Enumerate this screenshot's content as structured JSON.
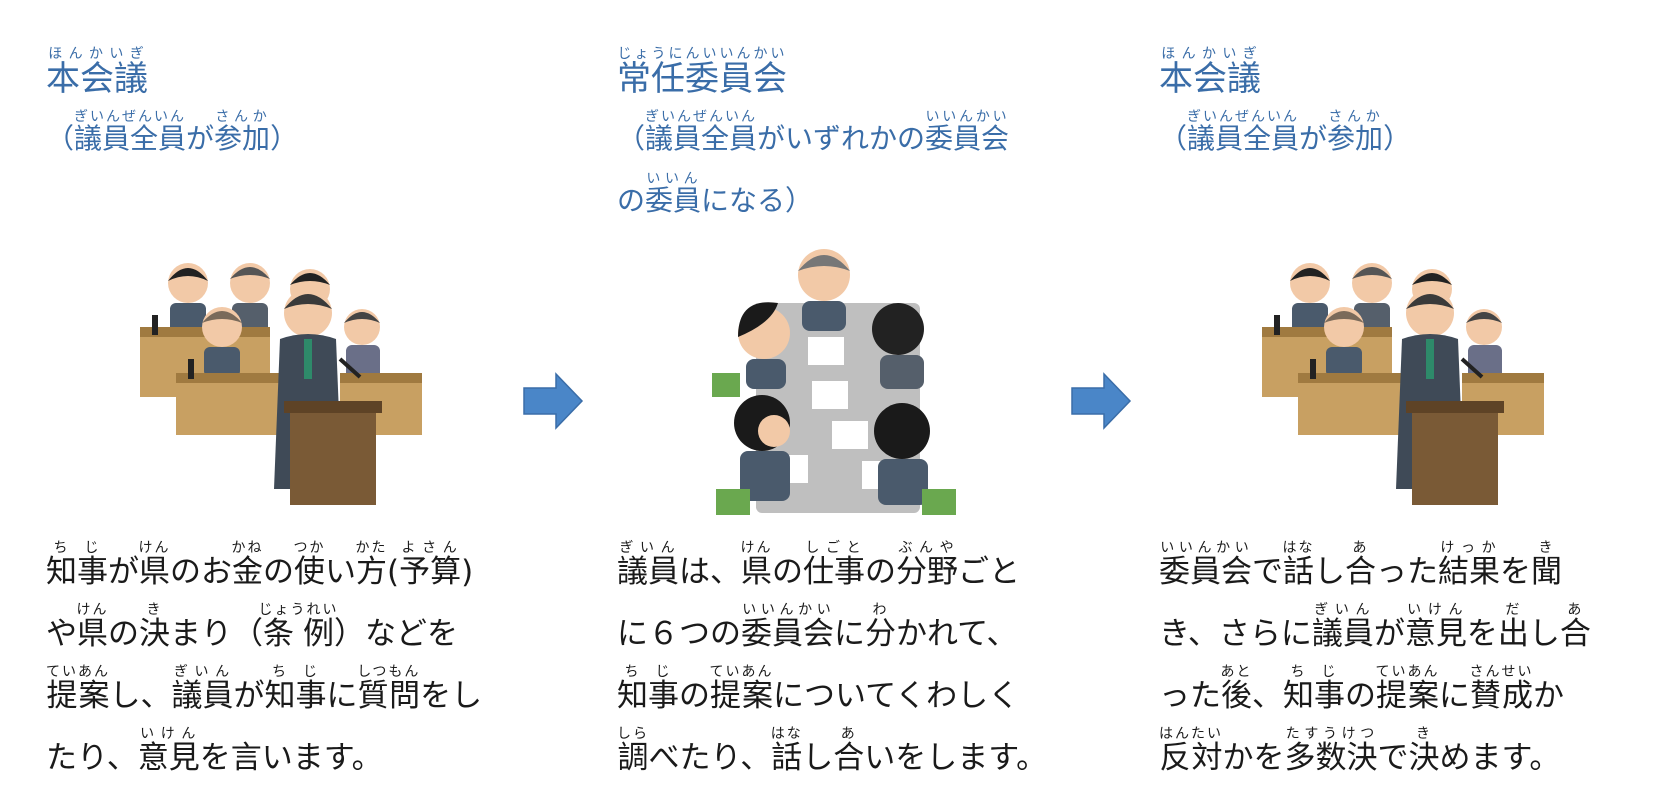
{
  "panels": [
    {
      "title": {
        "base": "本会議",
        "ruby": "ほんかいぎ"
      },
      "sub_lines": [
        [
          {
            "t": "（"
          },
          {
            "t": "議員全員",
            "r": "ぎいんぜんいん"
          },
          {
            "t": "が"
          },
          {
            "t": "参加",
            "r": "さんか"
          },
          {
            "t": "）"
          }
        ]
      ],
      "body_lines": [
        [
          {
            "t": "知事",
            "r": "ちじ"
          },
          {
            "t": "が"
          },
          {
            "t": "県",
            "r": "けん"
          },
          {
            "t": "のお"
          },
          {
            "t": "金",
            "r": "かね"
          },
          {
            "t": "の"
          },
          {
            "t": "使",
            "r": "つか"
          },
          {
            "t": "い"
          },
          {
            "t": "方",
            "r": "かた"
          },
          {
            "t": "("
          },
          {
            "t": "予算",
            "r": "よさん"
          },
          {
            "t": ")"
          }
        ],
        [
          {
            "t": "や"
          },
          {
            "t": "県",
            "r": "けん"
          },
          {
            "t": "の"
          },
          {
            "t": "決",
            "r": "き"
          },
          {
            "t": "まり（"
          },
          {
            "t": "条例",
            "r": "じょうれい"
          },
          {
            "t": "）などを"
          }
        ],
        [
          {
            "t": "提案",
            "r": "ていあん"
          },
          {
            "t": "し、"
          },
          {
            "t": "議員",
            "r": "ぎいん"
          },
          {
            "t": "が"
          },
          {
            "t": "知事",
            "r": "ちじ"
          },
          {
            "t": "に"
          },
          {
            "t": "質問",
            "r": "しつもん"
          },
          {
            "t": "をし"
          }
        ],
        [
          {
            "t": "たり、"
          },
          {
            "t": "意見",
            "r": "いけん"
          },
          {
            "t": "を言います。"
          }
        ]
      ]
    },
    {
      "title": {
        "base": "常任委員会",
        "ruby": "じょうにんいいんかい"
      },
      "sub_lines": [
        [
          {
            "t": "（"
          },
          {
            "t": "議員全員",
            "r": "ぎいんぜんいん"
          },
          {
            "t": "がいずれかの"
          },
          {
            "t": "委員会",
            "r": "いいんかい"
          }
        ],
        [
          {
            "t": "の"
          },
          {
            "t": "委員",
            "r": "いいん"
          },
          {
            "t": "になる）"
          }
        ]
      ],
      "body_lines": [
        [
          {
            "t": "議員",
            "r": "ぎいん"
          },
          {
            "t": "は、"
          },
          {
            "t": "県",
            "r": "けん"
          },
          {
            "t": "の"
          },
          {
            "t": "仕事",
            "r": "しごと"
          },
          {
            "t": "の"
          },
          {
            "t": "分野",
            "r": "ぶんや"
          },
          {
            "t": "ごと"
          }
        ],
        [
          {
            "t": "に６つの"
          },
          {
            "t": "委員会",
            "r": "いいんかい"
          },
          {
            "t": "に"
          },
          {
            "t": "分",
            "r": "わ"
          },
          {
            "t": "かれて、"
          }
        ],
        [
          {
            "t": "知事",
            "r": "ちじ"
          },
          {
            "t": "の"
          },
          {
            "t": "提案",
            "r": "ていあん"
          },
          {
            "t": "についてくわしく"
          }
        ],
        [
          {
            "t": "調",
            "r": "しら"
          },
          {
            "t": "べたり、"
          },
          {
            "t": "話",
            "r": "はな"
          },
          {
            "t": "し"
          },
          {
            "t": "合",
            "r": "あ"
          },
          {
            "t": "いをします。"
          }
        ]
      ]
    },
    {
      "title": {
        "base": "本会議",
        "ruby": "ほんかいぎ"
      },
      "sub_lines": [
        [
          {
            "t": "（"
          },
          {
            "t": "議員全員",
            "r": "ぎいんぜんいん"
          },
          {
            "t": "が"
          },
          {
            "t": "参加",
            "r": "さんか"
          },
          {
            "t": "）"
          }
        ]
      ],
      "body_lines": [
        [
          {
            "t": "委員会",
            "r": "いいんかい"
          },
          {
            "t": "で"
          },
          {
            "t": "話",
            "r": "はな"
          },
          {
            "t": "し"
          },
          {
            "t": "合",
            "r": "あ"
          },
          {
            "t": "った"
          },
          {
            "t": "結果",
            "r": "けっか"
          },
          {
            "t": "を"
          },
          {
            "t": "聞",
            "r": "き"
          }
        ],
        [
          {
            "t": "き、さらに"
          },
          {
            "t": "議員",
            "r": "ぎいん"
          },
          {
            "t": "が"
          },
          {
            "t": "意見",
            "r": "いけん"
          },
          {
            "t": "を"
          },
          {
            "t": "出",
            "r": "だ"
          },
          {
            "t": "し"
          },
          {
            "t": "合",
            "r": "あ"
          }
        ],
        [
          {
            "t": "った"
          },
          {
            "t": "後",
            "r": "あと"
          },
          {
            "t": "、"
          },
          {
            "t": "知事",
            "r": "ちじ"
          },
          {
            "t": "の"
          },
          {
            "t": "提案",
            "r": "ていあん"
          },
          {
            "t": "に"
          },
          {
            "t": "賛成",
            "r": "さんせい"
          },
          {
            "t": "か"
          }
        ],
        [
          {
            "t": "反対",
            "r": "はんたい"
          },
          {
            "t": "かを"
          },
          {
            "t": "多数決",
            "r": "たすうけつ"
          },
          {
            "t": "で"
          },
          {
            "t": "決",
            "r": "き"
          },
          {
            "t": "めます。"
          }
        ]
      ]
    }
  ],
  "colors": {
    "title": "#3a6da8",
    "arrow": "#4a86c8",
    "body": "#1a1a1a"
  },
  "icons": [
    "assembly-hall-illustration",
    "committee-meeting-illustration",
    "right-arrow-icon"
  ]
}
